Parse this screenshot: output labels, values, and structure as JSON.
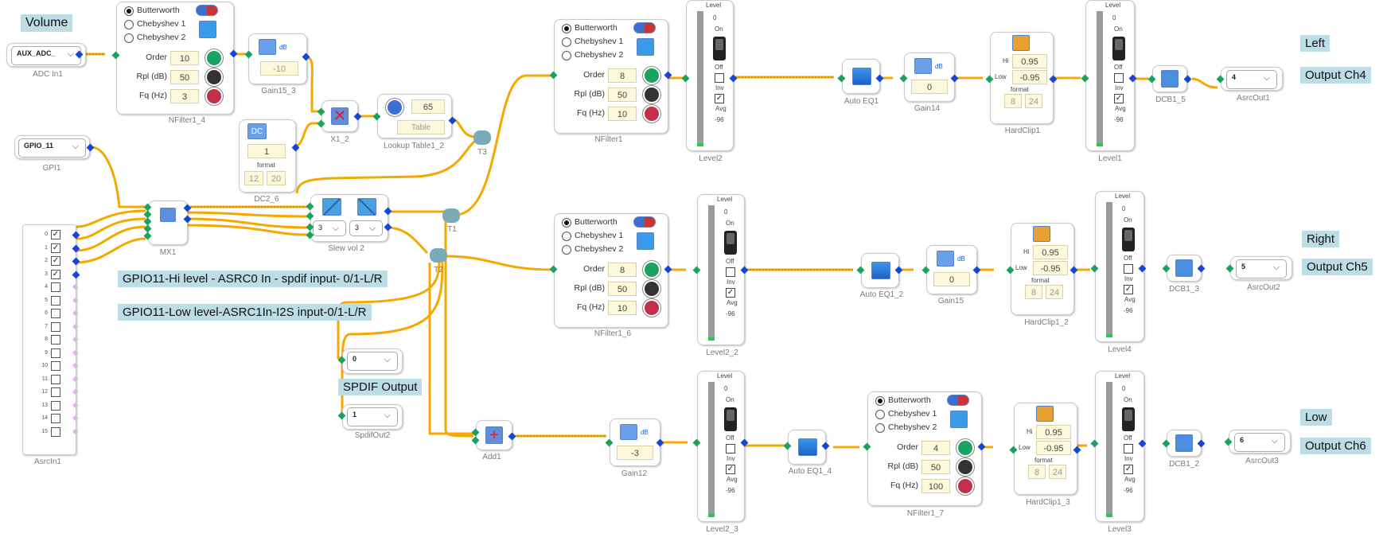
{
  "colors": {
    "wire": "#f5a800",
    "wire_dash": "#b07800",
    "port_in": "#1aa260",
    "port_out": "#1546d6",
    "note_bg": "#bcdce6"
  },
  "notes": {
    "volume": "Volume",
    "left": "Left",
    "left_out": "Output Ch4",
    "right": "Right",
    "right_out": "Output Ch5",
    "low": "Low",
    "low_out": "Output Ch6",
    "spdif": "SPDIF Output",
    "gpio_hi": "GPIO11-Hi level - ASRC0 In - spdif input- 0/1-L/R",
    "gpio_low": "GPIO11-Low level-ASRC1In-I2S input-0/1-L/R"
  },
  "filter_labels": {
    "butter": "Butterworth",
    "cheb1": "Chebyshev 1",
    "cheb2": "Chebyshev 2",
    "order": "Order",
    "rpl": "Rpl (dB)",
    "fq": "Fq (Hz)"
  },
  "level_labels": {
    "level": "Level",
    "zero": "0",
    "on": "On",
    "off": "Off",
    "inv": "Inv",
    "avg": "Avg",
    "bottom": "-96"
  },
  "clip_labels": {
    "hi": "Hi",
    "low": "Low",
    "format": "format"
  },
  "blocks": {
    "adc": {
      "label": "ADC In1",
      "value": "AUX_ADC_"
    },
    "gpi": {
      "label": "GPI1",
      "value": "GPIO_11"
    },
    "asrcin": {
      "label": "AsrcIn1",
      "rows": [
        "0",
        "1",
        "2",
        "3",
        "4",
        "5",
        "6",
        "7",
        "8",
        "9",
        "10",
        "11",
        "12",
        "13",
        "14",
        "15"
      ],
      "checked": [
        true,
        true,
        true,
        true,
        false,
        false,
        false,
        false,
        false,
        false,
        false,
        false,
        false,
        false,
        false,
        false
      ]
    },
    "nf14": {
      "label": "NFilter1_4",
      "order": "10",
      "rpl": "50",
      "fq": "3"
    },
    "gain153": {
      "label": "Gain15_3",
      "value": "-10"
    },
    "dc26": {
      "label": "DC2_6",
      "value": "1",
      "format": "format",
      "f1": "12",
      "f2": "20",
      "icon": "DC"
    },
    "x12": {
      "label": "X1_2"
    },
    "lut": {
      "label": "Lookup Table1_2",
      "value": "65",
      "table": "Table"
    },
    "t3": {
      "label": "T3"
    },
    "mx1": {
      "label": "MX1"
    },
    "slew": {
      "label": "Slew vol 2",
      "v1": "3",
      "v2": "3"
    },
    "t1": {
      "label": "T1"
    },
    "t2": {
      "label": "T2"
    },
    "nf1": {
      "label": "NFilter1",
      "order": "8",
      "rpl": "50",
      "fq": "10"
    },
    "level2": {
      "label": "Level2"
    },
    "autoeq1": {
      "label": "Auto EQ1"
    },
    "gain14": {
      "label": "Gain14",
      "value": "0"
    },
    "hc1": {
      "label": "HardClip1",
      "hi": "0.95",
      "low": "-0.95",
      "f1": "8",
      "f2": "24"
    },
    "level1": {
      "label": "Level1"
    },
    "dcb15": {
      "label": "DCB1_5"
    },
    "ao1": {
      "label": "AsrcOut1",
      "value": "4"
    },
    "nf16": {
      "label": "NFilter1_6",
      "order": "8",
      "rpl": "50",
      "fq": "10"
    },
    "level22": {
      "label": "Level2_2"
    },
    "autoeq12": {
      "label": "Auto EQ1_2"
    },
    "gain15": {
      "label": "Gain15",
      "value": "0"
    },
    "hc12": {
      "label": "HardClip1_2",
      "hi": "0.95",
      "low": "-0.95",
      "f1": "8",
      "f2": "24"
    },
    "level4": {
      "label": "Level4"
    },
    "dcb13": {
      "label": "DCB1_3"
    },
    "ao2": {
      "label": "AsrcOut2",
      "value": "5"
    },
    "so1": {
      "value": "0"
    },
    "so2": {
      "label": "SpdifOut2",
      "value": "1"
    },
    "add1": {
      "label": "Add1"
    },
    "gain12": {
      "label": "Gain12",
      "value": "-3"
    },
    "level23": {
      "label": "Level2_3"
    },
    "autoeq14": {
      "label": "Auto EQ1_4"
    },
    "nf17": {
      "label": "NFilter1_7",
      "order": "4",
      "rpl": "50",
      "fq": "100"
    },
    "hc13": {
      "label": "HardClip1_3",
      "hi": "0.95",
      "low": "-0.95",
      "f1": "8",
      "f2": "24"
    },
    "level3": {
      "label": "Level3"
    },
    "dcb12": {
      "label": "DCB1_2"
    },
    "ao3": {
      "label": "AsrcOut3",
      "value": "6"
    }
  }
}
